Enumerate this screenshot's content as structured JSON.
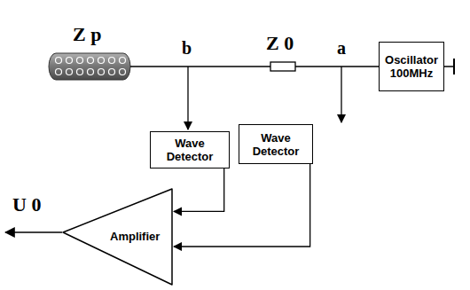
{
  "diagram": {
    "nodes": [
      {
        "text": [
          "Oscillator 100MHz"
        ]
      },
      {
        "text": [
          "Wave Detector"
        ]
      },
      {
        "text": [
          "Wave Detector"
        ]
      },
      {
        "text": [
          "Amplifier"
        ]
      }
    ],
    "edges": [
      {
        "from": 1,
        "to": 3,
        "arrow": "to"
      },
      {
        "from": 2,
        "to": 3,
        "arrow": "to"
      }
    ],
    "labels": [
      "Z p",
      "b",
      "Z 0",
      "a",
      "U 0"
    ]
  }
}
